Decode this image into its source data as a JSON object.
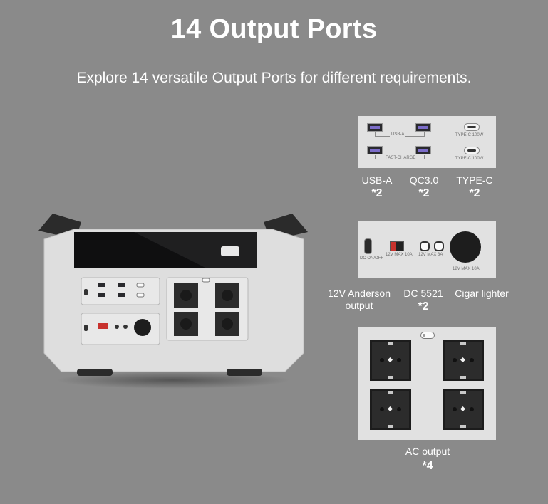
{
  "header": {
    "title": "14 Output Ports",
    "subtitle": "Explore 14 versatile Output Ports for different requirements."
  },
  "usb_panel": {
    "usb_a_label": "USB-A",
    "fast_charge_label": "FAST-CHARGE",
    "type_c_label_1": "TYPE-C 100W",
    "type_c_label_2": "TYPE-C 100W"
  },
  "usb_ports": [
    {
      "name": "USB-A",
      "count": "*2"
    },
    {
      "name": "QC3.0",
      "count": "*2"
    },
    {
      "name": "TYPE-C",
      "count": "*2"
    }
  ],
  "dc_panel": {
    "switch_label": "DC ON/OFF",
    "anderson_rating": "12V MAX 10A",
    "dc5521_rating": "12V MAX 3A",
    "cigar_rating": "12V MAX 10A"
  },
  "dc_ports": [
    {
      "name": "12V Anderson output",
      "count": ""
    },
    {
      "name": "DC 5521",
      "count": "*2"
    },
    {
      "name": "Cigar lighter",
      "count": ""
    }
  ],
  "ac": {
    "name": "AC output",
    "count": "*4"
  },
  "colors": {
    "background": "#8a8a8a",
    "panel": "#e1e1e1",
    "usb_accent": "#7b6cc8",
    "anderson_red": "#c8322d"
  }
}
